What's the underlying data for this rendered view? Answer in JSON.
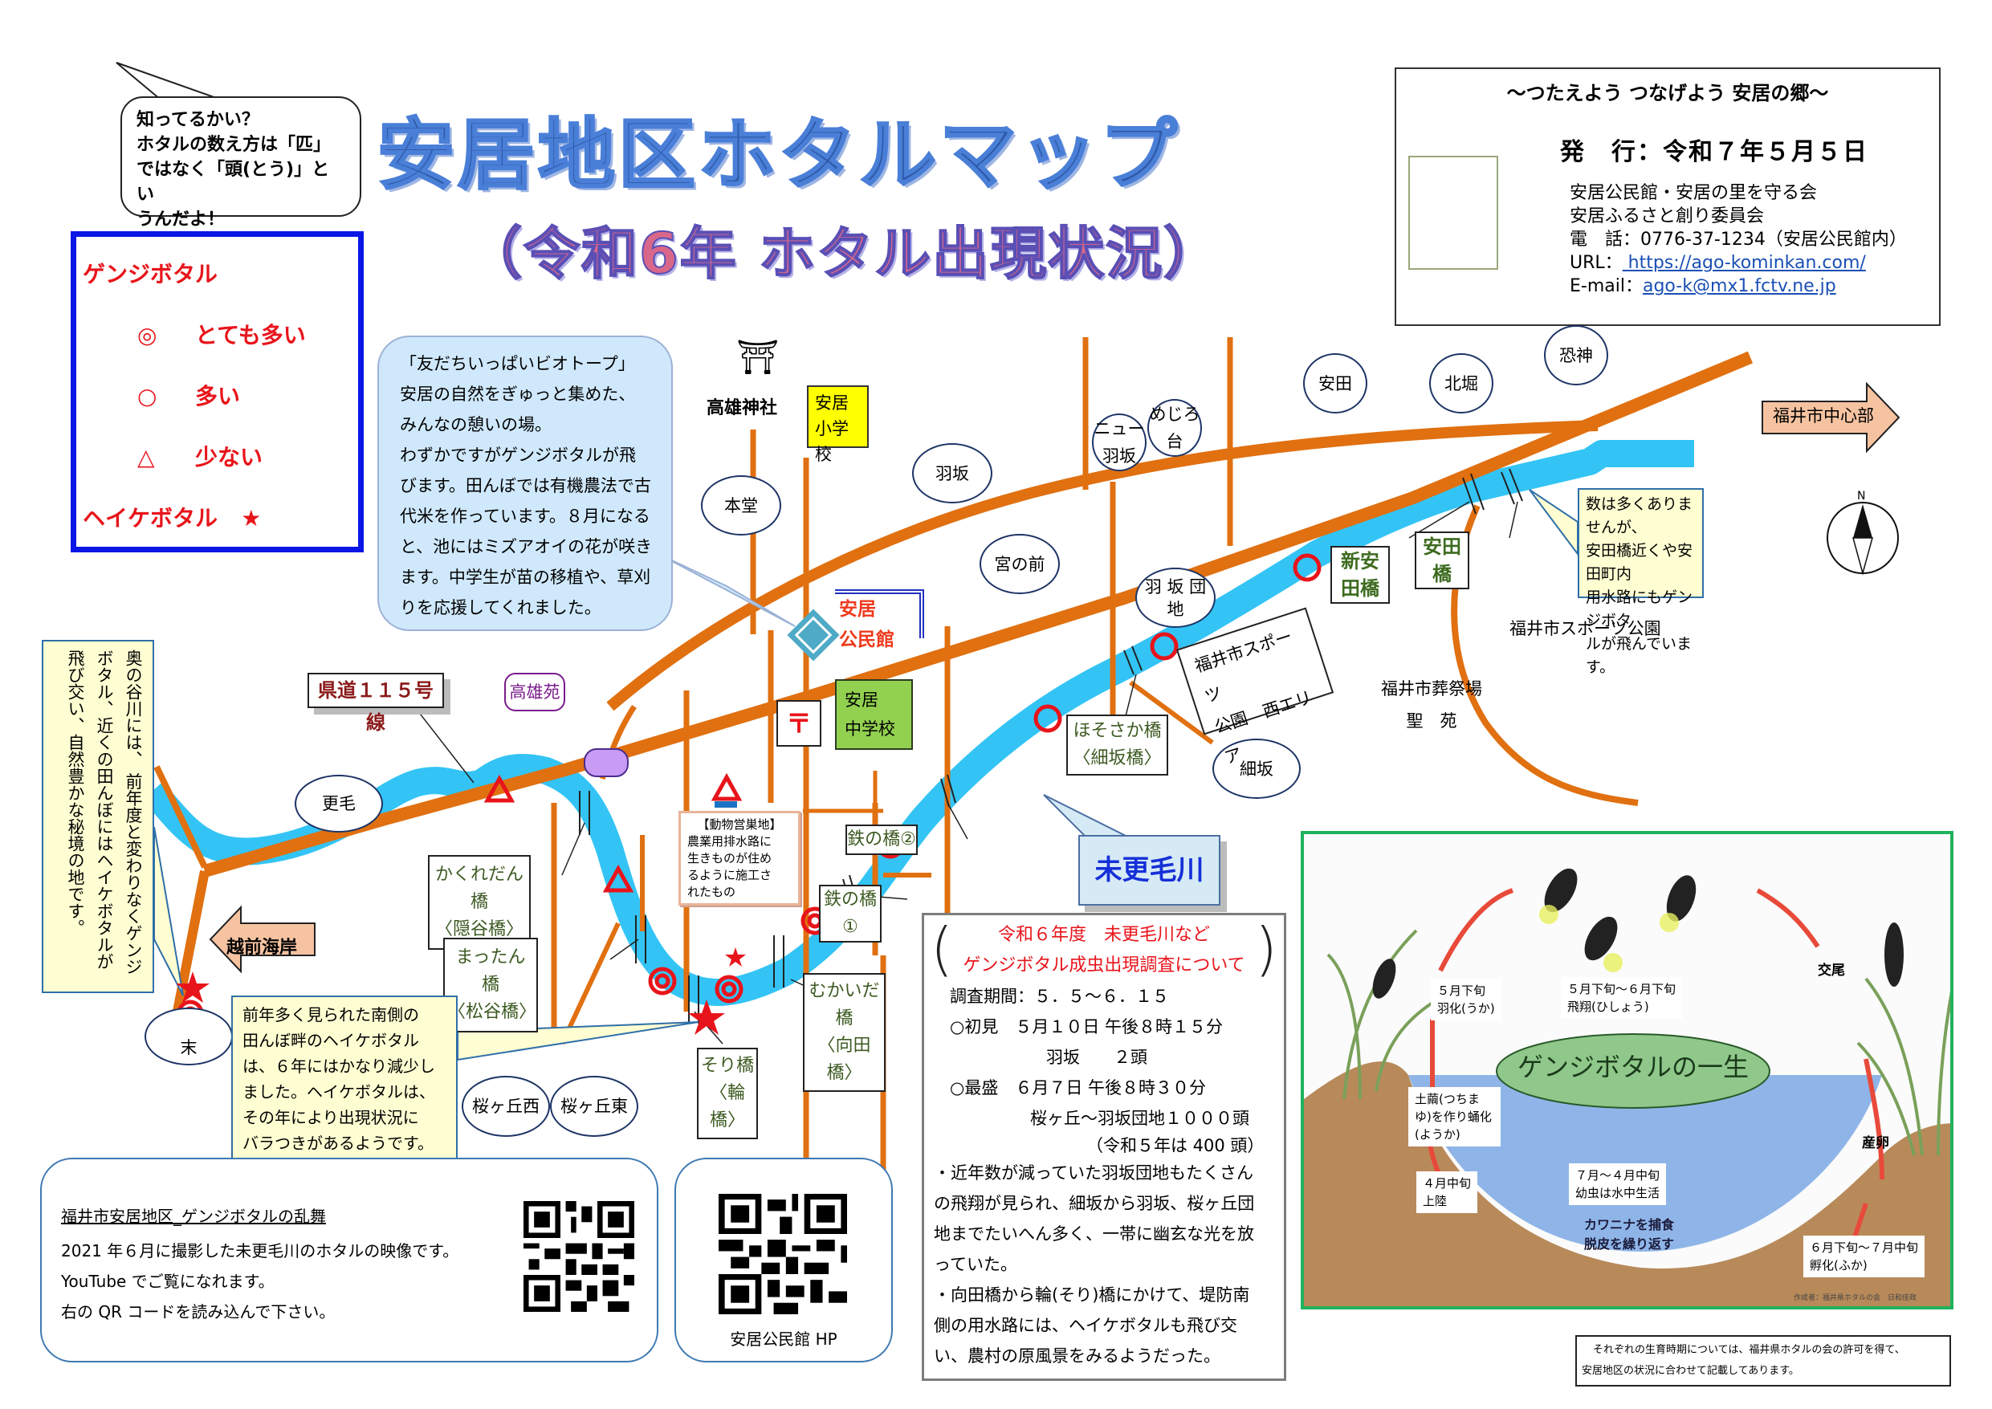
{
  "title": {
    "main": "安居地区ホタルマップ",
    "sub": "（令和6年 ホタル出現状況）"
  },
  "tip_bubble": {
    "lines": [
      "知ってるかい？",
      "ホタルの数え方は「匹」",
      "ではなく「頭(とう)」とい",
      "うんだよ！"
    ]
  },
  "legend": {
    "genji_title": "ゲンジボタル",
    "items": [
      {
        "symbol": "◎",
        "label": "とても多い"
      },
      {
        "symbol": "○",
        "label": "多い"
      },
      {
        "symbol": "△",
        "label": "少ない"
      }
    ],
    "heike_title": "ヘイケボタル",
    "heike_symbol": "★",
    "color": "#e8141b",
    "border_color": "#0a16e6"
  },
  "info": {
    "slogan": "～つたえよう つなげよう 安居の郷～",
    "published": "発　行：令和７年５月５日",
    "org1": "安居公民館・安居の里を守る会",
    "org2": "安居ふるさと創り委員会",
    "phone_label": "電　話：",
    "phone": "0776-37-1234（安居公民館内）",
    "url_label": "URL：",
    "url": " https://ago-kominkan.com/",
    "email_label": "E-mail：",
    "email": "ago-k@mx1.fctv.ne.jp"
  },
  "biotope_note": {
    "lines": [
      "「友だちいっぱいビオトープ」",
      "安居の自然をぎゅっと集めた、",
      "みんなの憩いの場。",
      "わずかですがゲンジボタルが飛",
      "びます。田んぼでは有機農法で古",
      "代米を作っています。８月になる",
      "と、池にはミズアオイの花が咲き",
      "ます。中学生が苗の移植や、草刈",
      "りを応援してくれました。"
    ]
  },
  "places": {
    "shrine_icon": "⛩",
    "shrine": "高雄神社",
    "elementary": [
      "安居",
      "小学校"
    ],
    "junior_high": [
      "安居",
      "中学校"
    ],
    "community_center": [
      "安居",
      "公民館"
    ],
    "post_office_icon": "〒",
    "hondo": "本堂",
    "hasaka": "羽坂",
    "new_hasaka": [
      "ニュー",
      "羽坂"
    ],
    "mejirodai": [
      "めじろ",
      "台"
    ],
    "miyanomae": "宮の前",
    "hasaka_danchi": "羽 坂 団 地",
    "yasuda": "安田",
    "kitabori": "北堀",
    "osogami": "恐神",
    "sarage": "更毛",
    "sue": "末",
    "sakuragaoka_west": "桜ヶ丘西",
    "sakuragaoka_east": "桜ヶ丘東",
    "hosozaka": "細坂",
    "takaoen": "高雄苑",
    "sports_park_west": [
      "福井市スポーツ",
      "公園　西エリア"
    ],
    "funeral_hall": [
      "福井市葬祭場",
      "聖　苑"
    ],
    "sports_park": "福井市スポーツ公園",
    "route": "県道１１５号線",
    "river": "未更毛川",
    "to_fukui": "福井市中心部",
    "to_echizen": "越前海岸",
    "north": "N"
  },
  "bridges": [
    {
      "name": "かくれだん橋",
      "kanji": "〈隠谷橋〉"
    },
    {
      "name": "まったん橋",
      "kanji": "〈松谷橋〉"
    },
    {
      "name": "そり橋",
      "kanji": "〈輪橋〉"
    },
    {
      "name": "むかいだ橋",
      "kanji": "〈向田橋〉"
    },
    {
      "name": "鉄の橋①",
      "kanji": ""
    },
    {
      "name": "鉄の橋②",
      "kanji": ""
    },
    {
      "name": "ほそさか橋",
      "kanji": "〈細坂橋〉"
    },
    {
      "name": "新安田橋",
      "kanji": ""
    },
    {
      "name": "安田橋",
      "kanji": ""
    }
  ],
  "animal_nest": {
    "title": "【動物営巣地】",
    "lines": [
      "農業用排水路に",
      "生きものが住め",
      "るように施工さ",
      "れたもの"
    ]
  },
  "yasuda_note": {
    "lines": [
      "数は多くありませんが、",
      "安田橋近くや安田町内",
      "用水路にもゲンジボタ",
      "ルが飛んでいます。"
    ]
  },
  "valley_note": {
    "text": "奥の谷川には、 前年度と変わりなくゲンジボタル、近くの田んぼにはヘイケボタルが飛び交い、自然豊かな秘境の地です。"
  },
  "heike_note": {
    "lines": [
      "前年多く見られた南側の",
      "田んぼ畔のヘイケボタル",
      "は、６年にはかなり減少し",
      "ました。ヘイケボタルは、",
      "その年により出現状況に",
      "バラつきがあるようです。"
    ]
  },
  "survey": {
    "title1": "令和６年度　未更毛川など",
    "title2": "ゲンジボタル成虫出現調査について",
    "period": "調査期間：５．５～６．１５",
    "first_seen": "○初見　５月１０日 午後８時１５分",
    "first_seen_place": "羽坂　　２頭",
    "peak": "○最盛　６月７日 午後８時３０分",
    "peak_place": "桜ヶ丘～羽坂団地１０００頭",
    "peak_prev": "（令和５年は 400 頭）",
    "body": [
      "・近年数が減っていた羽坂団地もたくさん",
      "の飛翔が見られ、細坂から羽坂、桜ヶ丘団",
      "地までたいへん多く、一帯に幽玄な光を放",
      "っていた。",
      "・向田橋から輪(そり)橋にかけて、堤防南",
      "側の用水路には、ヘイケボタルも飛び交",
      "い、農村の原風景をみるようだった。"
    ]
  },
  "lifecycle": {
    "title": "ゲンジボタルの一生",
    "stages": [
      {
        "period": "５月下旬",
        "event": "羽化(うか)"
      },
      {
        "period": "５月下旬～６月下旬",
        "event": "飛翔(ひしょう)"
      },
      {
        "period": "",
        "event": "交尾"
      },
      {
        "period": "",
        "event": "産卵"
      },
      {
        "period": "６月下旬～７月中旬",
        "event": "孵化(ふか)"
      },
      {
        "period": "７月～４月中旬",
        "event": "幼虫は水中生活"
      },
      {
        "period": "",
        "event": "カワニナを捕食 脱皮を繰り返す"
      },
      {
        "period": "４月中旬",
        "event": "上陸"
      },
      {
        "period": "",
        "event": "土繭(つちまゆ)を作り蛹化(ようか)"
      }
    ],
    "credit": "作成者：福井県ホタルの会　日和佳政",
    "footnote": [
      "それぞれの生育時期については、福井県ホタルの会の許可を得て、",
      "安居地区の状況に合わせて記載してあります。"
    ]
  },
  "video": {
    "title": "福井市安居地区_ゲンジボタルの乱舞",
    "lines": [
      "2021 年６月に撮影した未更毛川のホタルの映像です。",
      "YouTube でご覧になれます。",
      "右の QR コードを読み込んで下さい。"
    ]
  },
  "hp_qr": {
    "label": "安居公民館 HP"
  },
  "colors": {
    "road": "#e07010",
    "river": "#33c4f5",
    "firefly_marker": "#e8141b",
    "title_blue": "#2e5aa8",
    "subtitle_pink": "#d9678a"
  }
}
